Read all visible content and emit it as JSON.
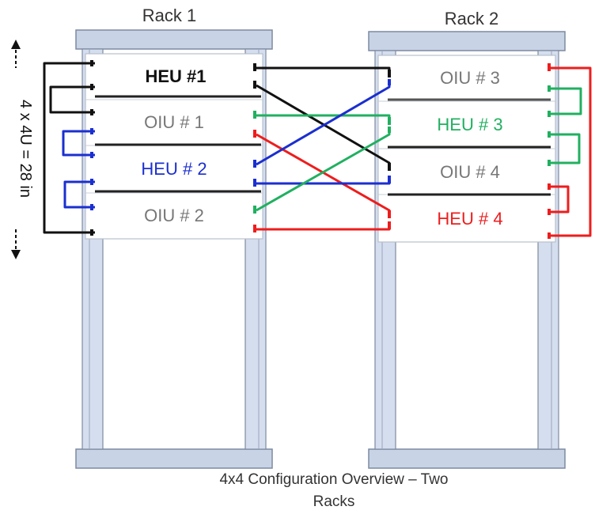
{
  "colors": {
    "black": "#111111",
    "blue": "#1b2fd0",
    "green": "#20b060",
    "red": "#ee1d1d",
    "gray_text": "#777777",
    "frame": "#bfcbe0",
    "frame_dark": "#7d8aa0"
  },
  "racks": [
    {
      "title": "Rack 1",
      "units": [
        {
          "label": "HEU #1",
          "color": "#111111",
          "bold": true
        },
        {
          "label": "OIU # 1",
          "color": "#777777",
          "bold": false
        },
        {
          "label": "HEU # 2",
          "color": "#1b2fd0",
          "bold": false
        },
        {
          "label": "OIU # 2",
          "color": "#777777",
          "bold": false
        }
      ]
    },
    {
      "title": "Rack 2",
      "units": [
        {
          "label": "OIU # 3",
          "color": "#777777",
          "bold": false
        },
        {
          "label": "HEU # 3",
          "color": "#20b060",
          "bold": false
        },
        {
          "label": "OIU # 4",
          "color": "#777777",
          "bold": false
        },
        {
          "label": "HEU # 4",
          "color": "#ee1d1d",
          "bold": false
        }
      ]
    }
  ],
  "dimension": {
    "label": "4 x 4U = 28 in"
  },
  "caption": {
    "line1": "4x4 Configuration Overview – Two",
    "line2": "Racks"
  }
}
